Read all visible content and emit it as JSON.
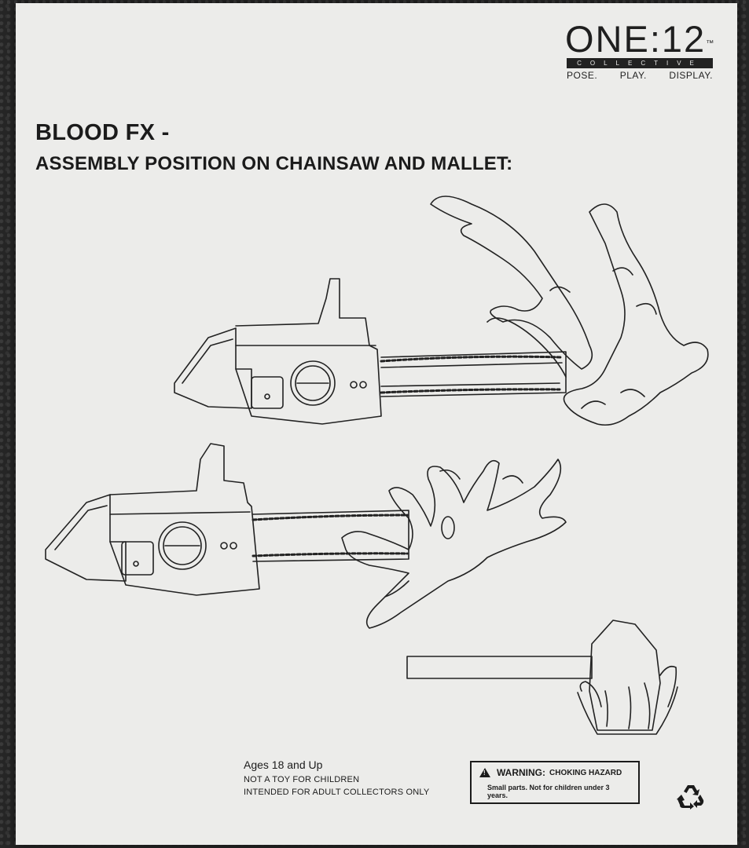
{
  "logo": {
    "main": "ONE:12",
    "tm": "™",
    "sub": "COLLECTIVE",
    "tags": [
      "POSE.",
      "PLAY.",
      "DISPLAY."
    ]
  },
  "heading": {
    "line1": "BLOOD FX -",
    "line2": "ASSEMBLY POSITION ON CHAINSAW AND MALLET:"
  },
  "illustrations": [
    "chainsaw-with-blood-fx",
    "chainsaw-with-blood-fx",
    "mallet-with-blood-fx"
  ],
  "ages": {
    "line1": "Ages 18 and Up",
    "line2": "NOT A TOY FOR CHILDREN",
    "line3": "INTENDED FOR ADULT COLLECTORS ONLY"
  },
  "warning": {
    "label": "WARNING:",
    "hazard": "CHOKING HAZARD",
    "detail": "Small parts. Not for children under 3 years."
  },
  "icons": [
    "warning-triangle-icon",
    "recycle-icon"
  ]
}
